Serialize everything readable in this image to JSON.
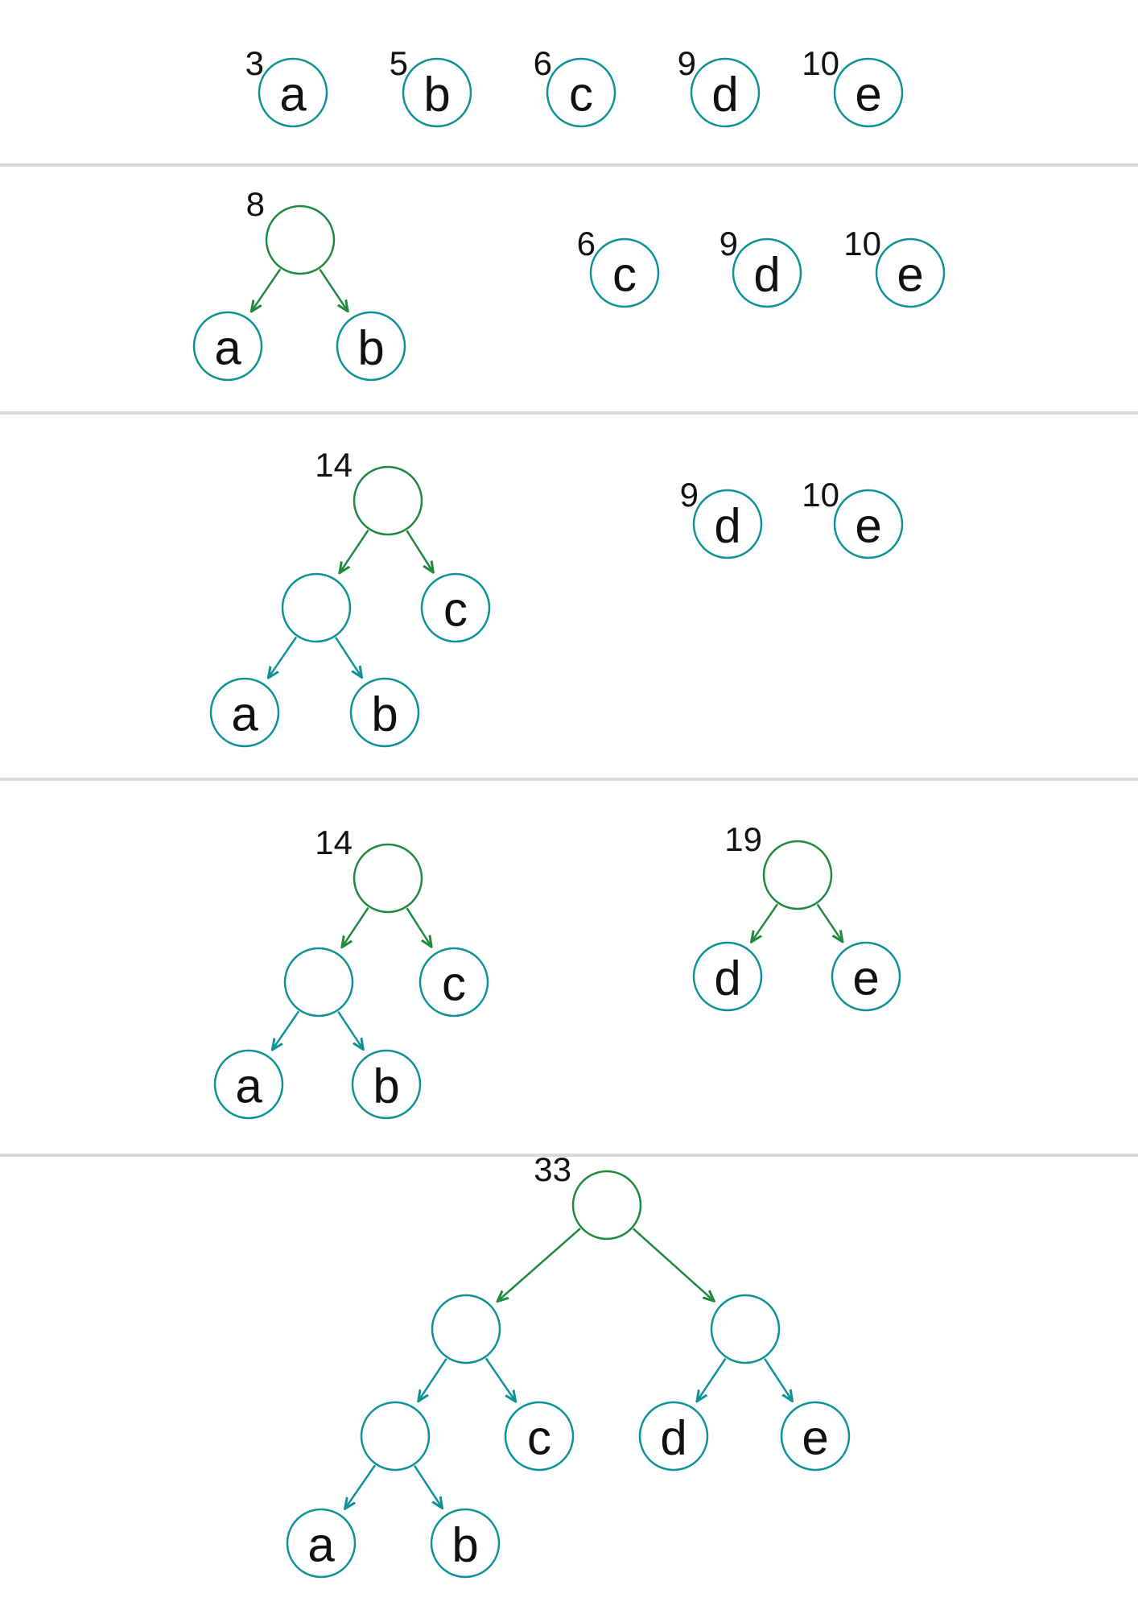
{
  "colors": {
    "root": "#1f8a3d",
    "node": "#0f9296",
    "divider": "#d9d9d9",
    "text": "#111111"
  },
  "stages": [
    {
      "nodes": [
        {
          "id": "a",
          "label": "a",
          "weight": "3"
        },
        {
          "id": "b",
          "label": "b",
          "weight": "5"
        },
        {
          "id": "c",
          "label": "c",
          "weight": "6"
        },
        {
          "id": "d",
          "label": "d",
          "weight": "9"
        },
        {
          "id": "e",
          "label": "e",
          "weight": "10"
        }
      ]
    },
    {
      "nodes": [
        {
          "id": "ab",
          "label": "",
          "weight": "8",
          "root": true
        },
        {
          "id": "a",
          "label": "a",
          "weight": ""
        },
        {
          "id": "b",
          "label": "b",
          "weight": ""
        },
        {
          "id": "c",
          "label": "c",
          "weight": "6"
        },
        {
          "id": "d",
          "label": "d",
          "weight": "9"
        },
        {
          "id": "e",
          "label": "e",
          "weight": "10"
        }
      ],
      "edges": [
        [
          "ab",
          "a"
        ],
        [
          "ab",
          "b"
        ]
      ]
    },
    {
      "nodes": [
        {
          "id": "abc",
          "label": "",
          "weight": "14",
          "root": true
        },
        {
          "id": "ab",
          "label": "",
          "weight": ""
        },
        {
          "id": "c",
          "label": "c",
          "weight": ""
        },
        {
          "id": "a",
          "label": "a",
          "weight": ""
        },
        {
          "id": "b",
          "label": "b",
          "weight": ""
        },
        {
          "id": "d",
          "label": "d",
          "weight": "9"
        },
        {
          "id": "e",
          "label": "e",
          "weight": "10"
        }
      ],
      "edges": [
        [
          "abc",
          "ab"
        ],
        [
          "abc",
          "c"
        ],
        [
          "ab",
          "a"
        ],
        [
          "ab",
          "b"
        ]
      ]
    },
    {
      "nodes": [
        {
          "id": "abc",
          "label": "",
          "weight": "14",
          "root": true
        },
        {
          "id": "ab",
          "label": "",
          "weight": ""
        },
        {
          "id": "c",
          "label": "c",
          "weight": ""
        },
        {
          "id": "a",
          "label": "a",
          "weight": ""
        },
        {
          "id": "b",
          "label": "b",
          "weight": ""
        },
        {
          "id": "de",
          "label": "",
          "weight": "19",
          "root": true
        },
        {
          "id": "d",
          "label": "d",
          "weight": ""
        },
        {
          "id": "e",
          "label": "e",
          "weight": ""
        }
      ],
      "edges": [
        [
          "abc",
          "ab"
        ],
        [
          "abc",
          "c"
        ],
        [
          "ab",
          "a"
        ],
        [
          "ab",
          "b"
        ],
        [
          "de",
          "d"
        ],
        [
          "de",
          "e"
        ]
      ]
    },
    {
      "nodes": [
        {
          "id": "all",
          "label": "",
          "weight": "33",
          "root": true
        },
        {
          "id": "abc",
          "label": "",
          "weight": ""
        },
        {
          "id": "de",
          "label": "",
          "weight": ""
        },
        {
          "id": "ab",
          "label": "",
          "weight": ""
        },
        {
          "id": "c",
          "label": "c",
          "weight": ""
        },
        {
          "id": "d",
          "label": "d",
          "weight": ""
        },
        {
          "id": "e",
          "label": "e",
          "weight": ""
        },
        {
          "id": "a",
          "label": "a",
          "weight": ""
        },
        {
          "id": "b",
          "label": "b",
          "weight": ""
        }
      ],
      "edges": [
        [
          "all",
          "abc"
        ],
        [
          "all",
          "de"
        ],
        [
          "abc",
          "ab"
        ],
        [
          "abc",
          "c"
        ],
        [
          "de",
          "d"
        ],
        [
          "de",
          "e"
        ],
        [
          "ab",
          "a"
        ],
        [
          "ab",
          "b"
        ]
      ]
    }
  ]
}
